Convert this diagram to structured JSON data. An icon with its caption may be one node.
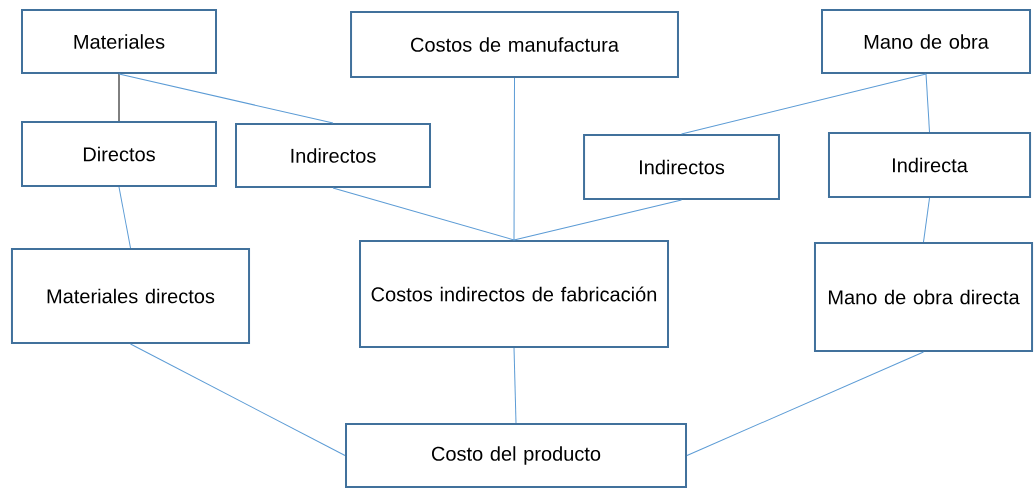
{
  "diagram": {
    "nodes": [
      {
        "text": [
          "Materiales"
        ]
      },
      {
        "text": [
          "Costos de manufactura"
        ]
      },
      {
        "text": [
          "Mano de obra"
        ]
      },
      {
        "text": [
          "Directos"
        ]
      },
      {
        "text": [
          "Indirectos"
        ]
      },
      {
        "text": [
          "Indirectos"
        ]
      },
      {
        "text": [
          "Indirecta"
        ]
      },
      {
        "text": [
          "Materiales directos"
        ]
      },
      {
        "text": [
          "Costos indirectos de fabricación"
        ]
      },
      {
        "text": [
          "Mano de obra directa"
        ]
      },
      {
        "text": [
          "Costo del producto"
        ]
      }
    ],
    "edges": [
      {
        "from": 0,
        "to": 3,
        "arrow": "none",
        "color": "#000000"
      },
      {
        "from": 0,
        "to": 4,
        "arrow": "none"
      },
      {
        "from": 3,
        "to": 7,
        "arrow": "none"
      },
      {
        "from": 4,
        "to": 8,
        "arrow": "none"
      },
      {
        "from": 1,
        "to": 8,
        "arrow": "none"
      },
      {
        "from": 5,
        "to": 8,
        "arrow": "none"
      },
      {
        "from": 2,
        "to": 5,
        "arrow": "none"
      },
      {
        "from": 2,
        "to": 6,
        "arrow": "none"
      },
      {
        "from": 6,
        "to": 9,
        "arrow": "none"
      },
      {
        "from": 7,
        "to": 10,
        "arrow": "none"
      },
      {
        "from": 8,
        "to": 10,
        "arrow": "none"
      },
      {
        "from": 9,
        "to": 10,
        "arrow": "none"
      }
    ]
  }
}
